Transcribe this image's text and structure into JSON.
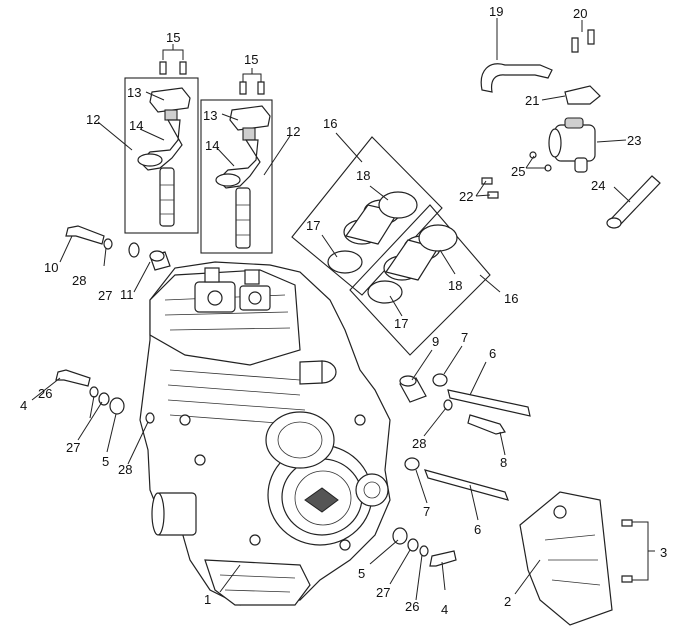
{
  "callouts": {
    "c1": "1",
    "c2": "2",
    "c3": "3",
    "c4a": "4",
    "c4b": "4",
    "c5a": "5",
    "c5b": "5",
    "c6a": "6",
    "c6b": "6",
    "c7a": "7",
    "c7b": "7",
    "c8": "8",
    "c9": "9",
    "c10": "10",
    "c11": "11",
    "c12a": "12",
    "c12b": "12",
    "c13a": "13",
    "c13b": "13",
    "c14a": "14",
    "c14b": "14",
    "c15a": "15",
    "c15b": "15",
    "c16a": "16",
    "c16b": "16",
    "c17a": "17",
    "c17b": "17",
    "c18a": "18",
    "c18b": "18",
    "c19": "19",
    "c20": "20",
    "c21": "21",
    "c22": "22",
    "c23": "23",
    "c24": "24",
    "c25": "25",
    "c26a": "26",
    "c26b": "26",
    "c27a": "27",
    "c27b": "27",
    "c27c": "27",
    "c28a": "28",
    "c28b": "28",
    "c28c": "28"
  }
}
